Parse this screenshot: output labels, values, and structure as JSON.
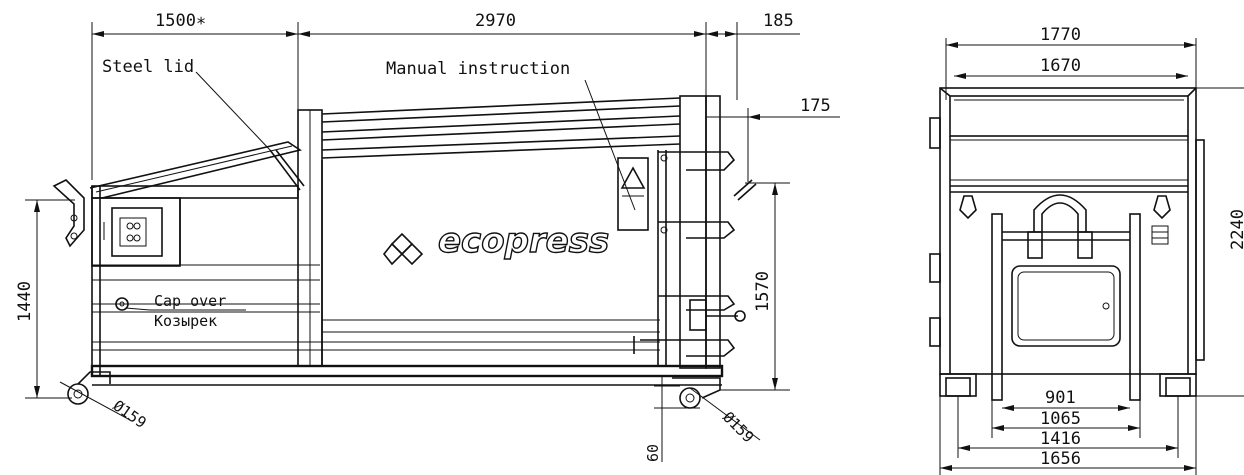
{
  "side_view": {
    "dims": {
      "top_left": "1500∗",
      "top_mid": "2970",
      "top_right": "185",
      "right_upper": "175",
      "height_right": "1570",
      "height_left": "1440",
      "wheel_front": "Ø159",
      "wheel_rear": "Ø159",
      "ground": "60"
    },
    "labels": {
      "steel_lid": "Steel lid",
      "manual": "Manual instruction",
      "cap_over_en": "Cap over",
      "cap_over_ru": "Козырек"
    },
    "brand": "ecopress"
  },
  "front_view": {
    "dims": {
      "w1": "1770",
      "w2": "1670",
      "h": "2240",
      "b1": "901",
      "b2": "1065",
      "b3": "1416",
      "b4": "1656"
    }
  }
}
